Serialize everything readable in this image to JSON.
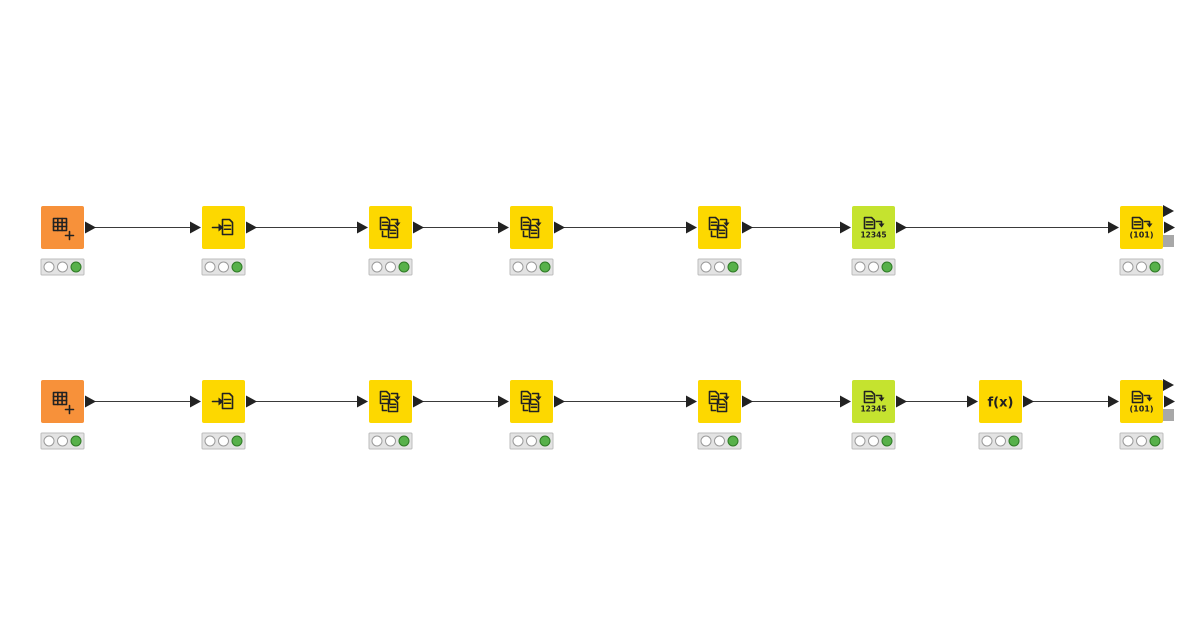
{
  "workflow": {
    "colors": {
      "source": "#f7913a",
      "manipulator": "#fdd800",
      "converter": "#c5e32f",
      "connection": "#3a3a3a",
      "status_ok": "#57b14a"
    },
    "rows": [
      {
        "nodes": [
          {
            "kind": "source",
            "icon": "table-creator-icon",
            "status": "executed"
          },
          {
            "kind": "manipulator",
            "icon": "column-append-icon",
            "status": "executed"
          },
          {
            "kind": "manipulator",
            "icon": "column-rename-icon",
            "status": "executed"
          },
          {
            "kind": "manipulator",
            "icon": "column-rename-icon",
            "status": "executed"
          },
          {
            "kind": "manipulator",
            "icon": "column-rename-icon",
            "status": "executed"
          },
          {
            "kind": "converter",
            "icon": "string-to-number-icon",
            "status": "executed",
            "glyph_text": "12345"
          },
          {
            "kind": "manipulator",
            "icon": "number-to-binary-icon",
            "status": "executed",
            "glyph_text": "(101)"
          }
        ]
      },
      {
        "nodes": [
          {
            "kind": "source",
            "icon": "table-creator-icon",
            "status": "executed"
          },
          {
            "kind": "manipulator",
            "icon": "column-append-icon",
            "status": "executed"
          },
          {
            "kind": "manipulator",
            "icon": "column-rename-icon",
            "status": "executed"
          },
          {
            "kind": "manipulator",
            "icon": "column-rename-icon",
            "status": "executed"
          },
          {
            "kind": "manipulator",
            "icon": "column-rename-icon",
            "status": "executed"
          },
          {
            "kind": "converter",
            "icon": "string-to-number-icon",
            "status": "executed",
            "glyph_text": "12345"
          },
          {
            "kind": "manipulator",
            "icon": "math-formula-icon",
            "status": "executed",
            "glyph_text": "f(x)"
          },
          {
            "kind": "manipulator",
            "icon": "number-to-binary-icon",
            "status": "executed",
            "glyph_text": "(101)"
          }
        ]
      }
    ]
  }
}
